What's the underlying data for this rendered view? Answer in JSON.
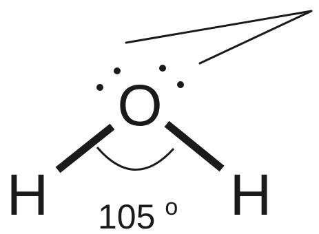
{
  "molecule": {
    "central_atom": "O",
    "left_atom": "H",
    "right_atom": "H",
    "bond_angle_value": "105",
    "bond_angle_unit": "o"
  },
  "colors": {
    "ink": "#1a1a1a",
    "background": "#ffffff"
  }
}
